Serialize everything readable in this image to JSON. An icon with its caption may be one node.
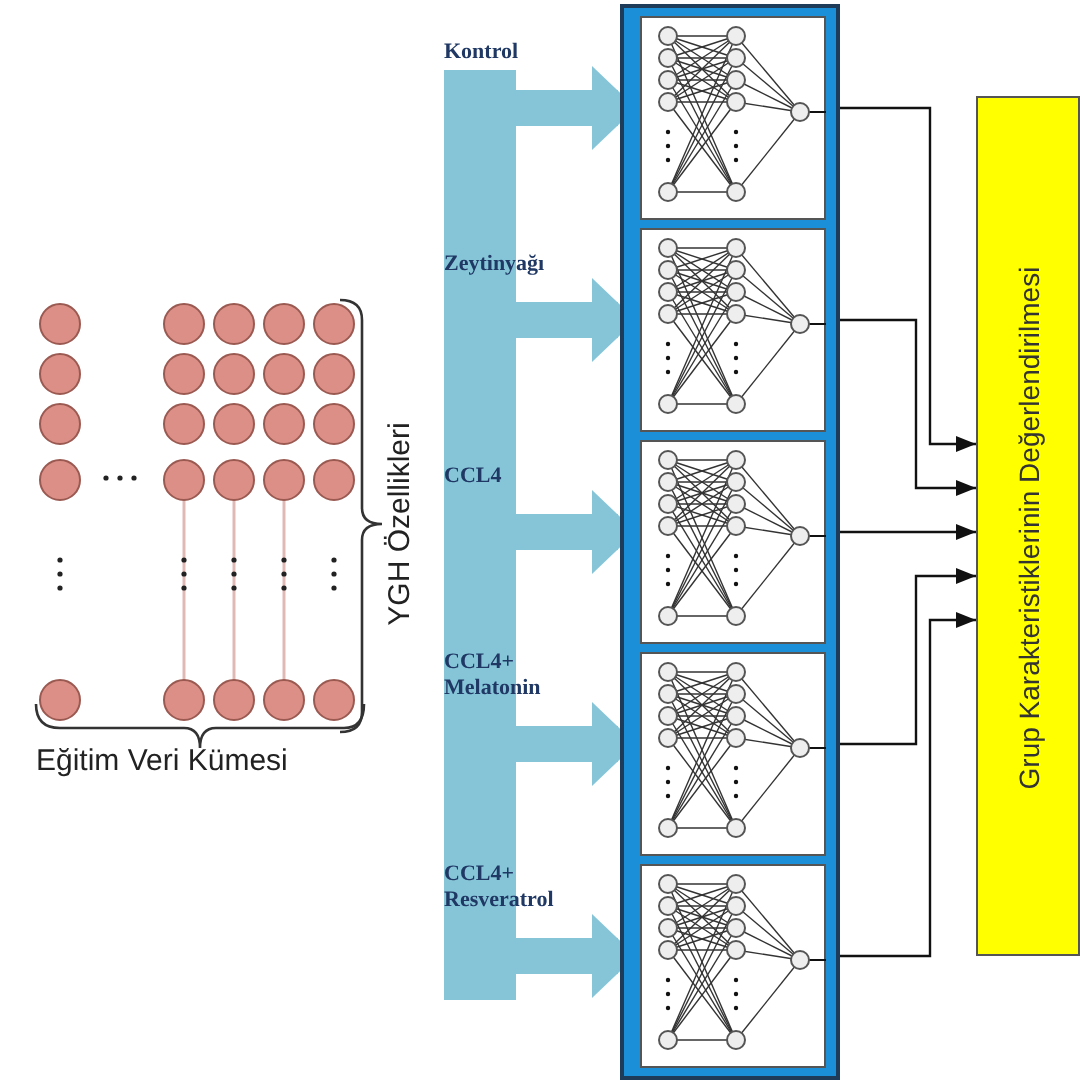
{
  "diagram": {
    "nodes": [
      {
        "text": [],
        "shape": "bar"
      },
      {
        "text": [],
        "shape": "box"
      },
      {
        "text": [],
        "shape": "picture",
        "in": 1
      },
      {
        "text": [],
        "shape": "picture",
        "in": 1
      },
      {
        "text": [],
        "shape": "picture",
        "in": 1
      },
      {
        "text": [],
        "shape": "picture",
        "in": 1
      },
      {
        "text": [],
        "shape": "picture",
        "in": 1
      },
      {
        "text": [
          "Grup Karakteristiklerinin Değerlendirilmesi"
        ]
      }
    ],
    "edges": [
      {
        "from": 0,
        "to": 2,
        "arrow": "to",
        "label": "Kontrol",
        "style": "thick",
        "color": "#86c5d8"
      },
      {
        "from": 0,
        "to": 3,
        "arrow": "to",
        "label": "Zeytinyağı",
        "style": "thick",
        "color": "#86c5d8"
      },
      {
        "from": 0,
        "to": 4,
        "arrow": "to",
        "label": "CCL4",
        "style": "thick",
        "color": "#86c5d8"
      },
      {
        "from": 0,
        "to": 5,
        "arrow": "to",
        "label": "CCL4+ Melatonin",
        "style": "thick",
        "color": "#86c5d8"
      },
      {
        "from": 0,
        "to": 6,
        "arrow": "to",
        "label": "CCL4+ Resveratrol",
        "style": "thick",
        "color": "#86c5d8"
      },
      {
        "from": 2,
        "to": 7,
        "arrow": "to",
        "color": "#111111"
      },
      {
        "from": 3,
        "to": 7,
        "arrow": "to",
        "color": "#111111"
      },
      {
        "from": 4,
        "to": 7,
        "arrow": "to",
        "color": "#111111"
      },
      {
        "from": 5,
        "to": 7,
        "arrow": "to",
        "color": "#111111"
      },
      {
        "from": 6,
        "to": 7,
        "arrow": "to",
        "color": "#111111"
      }
    ],
    "labels": [
      "YGH Özellikleri",
      "Eğitim Veri Kümesi"
    ]
  }
}
